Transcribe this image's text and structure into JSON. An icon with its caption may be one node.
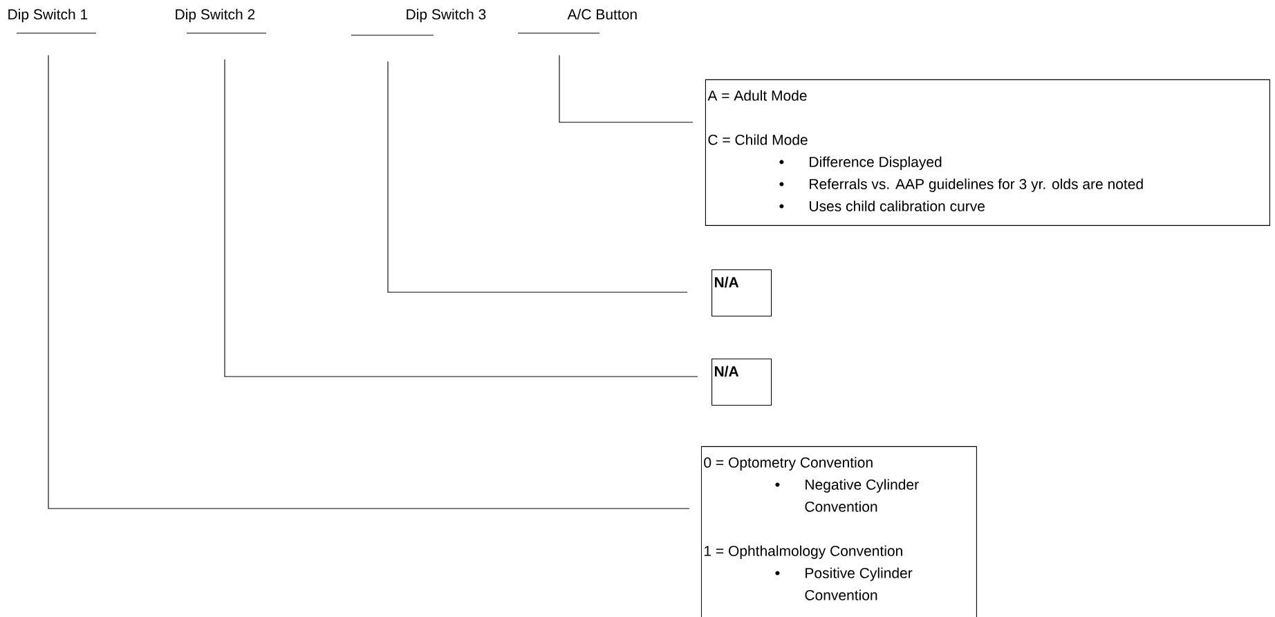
{
  "diagram": {
    "nodes": [
      {
        "text": [
          "Dip Switch 1"
        ]
      },
      {
        "text": [
          "Dip Switch 2"
        ]
      },
      {
        "text": [
          "Dip Switch 3"
        ]
      },
      {
        "text": [
          "A/C Button"
        ]
      },
      {
        "text": [
          "A = Adult Mode",
          "C = Child Mode",
          "Difference Displayed",
          "Referrals vs. AAP guidelines for 3 yr. olds are noted",
          "Uses child calibration curve"
        ]
      },
      {
        "text": [
          "N/A"
        ]
      },
      {
        "text": [
          "N/A"
        ]
      },
      {
        "text": [
          "0 = Optometry Convention",
          "Negative Cylinder Convention",
          "1 = Ophthalmology Convention",
          "Positive Cylinder Convention"
        ]
      }
    ],
    "edges": [
      {
        "from": 0,
        "to": 7,
        "arrow": "none"
      },
      {
        "from": 1,
        "to": 6,
        "arrow": "none"
      },
      {
        "from": 2,
        "to": 5,
        "arrow": "none"
      },
      {
        "from": 3,
        "to": 4,
        "arrow": "none"
      }
    ]
  }
}
